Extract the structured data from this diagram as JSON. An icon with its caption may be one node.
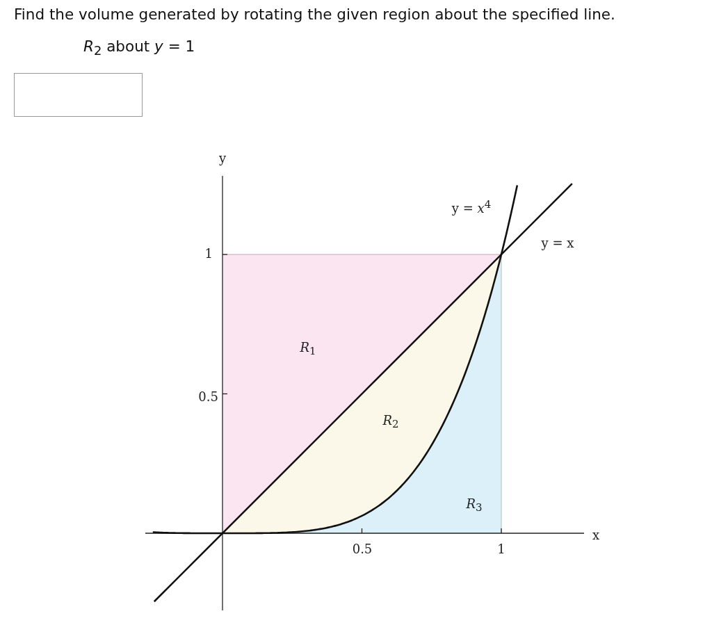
{
  "diagram": {
    "title": "Find the volume generated by rotating the given region about the specified line.",
    "nodes": [
      {
        "text": [],
        "shape": "box"
      },
      {
        "text": [
          "*R*$_{1}$"
        ]
      },
      {
        "text": [
          "*R*$_{2}$"
        ]
      },
      {
        "text": [
          "*R*$_{3}$"
        ]
      }
    ],
    "edges": [],
    "labels": [
      "*R*$_{2}$ about *y* = 1",
      "y",
      "y = *x*$^{4}$",
      "y = x",
      "1",
      "0.5",
      "x",
      "0.5",
      "1"
    ]
  }
}
